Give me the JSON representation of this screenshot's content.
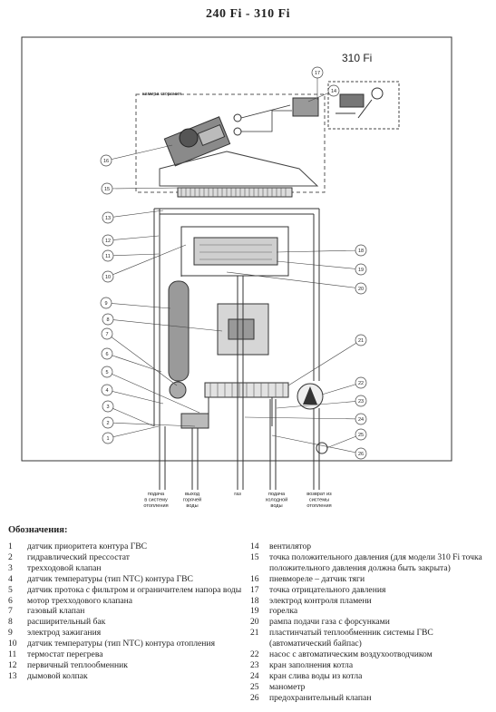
{
  "header": {
    "title": "240 Fi - 310 Fi"
  },
  "diagram": {
    "model_label": "310 Fi",
    "chamber_label": "камера сгорания",
    "outlets": [
      {
        "lines": [
          "подача",
          "в систему",
          "отопления"
        ]
      },
      {
        "lines": [
          "выход",
          "горячей",
          "воды"
        ]
      },
      {
        "lines": [
          "газ"
        ]
      },
      {
        "lines": [
          "подача",
          "холодной",
          "воды"
        ]
      },
      {
        "lines": [
          "возврат из",
          "системы",
          "отопления"
        ]
      }
    ],
    "callouts_left": [
      "16",
      "15",
      "13",
      "12",
      "11",
      "10",
      "9",
      "8",
      "7",
      "6",
      "5",
      "4",
      "3",
      "2",
      "1"
    ],
    "callouts_right": [
      "18",
      "19",
      "20",
      "21",
      "22",
      "23",
      "24",
      "25",
      "26"
    ],
    "callouts_top": [
      "17",
      "14"
    ]
  },
  "legend": {
    "heading": "Обозначения:",
    "left": [
      {
        "num": "1",
        "text": "датчик приоритета контура ГВС"
      },
      {
        "num": "2",
        "text": "гидравлический прессостат"
      },
      {
        "num": "3",
        "text": "трехходовой клапан"
      },
      {
        "num": "4",
        "text": "датчик температуры (тип NTC) контура ГВС"
      },
      {
        "num": "5",
        "text": "датчик протока с фильтром и ограничителем напора воды"
      },
      {
        "num": "6",
        "text": "мотор трехходового клапана"
      },
      {
        "num": "7",
        "text": "газовый клапан"
      },
      {
        "num": "8",
        "text": "расширительный бак"
      },
      {
        "num": "9",
        "text": "электрод зажигания"
      },
      {
        "num": "10",
        "text": "датчик температуры (тип NTC) контура отопления"
      },
      {
        "num": "11",
        "text": "термостат перегрева"
      },
      {
        "num": "12",
        "text": "первичный теплообменник"
      },
      {
        "num": "13",
        "text": "дымовой колпак"
      }
    ],
    "right": [
      {
        "num": "14",
        "text": "вентилятор"
      },
      {
        "num": "15",
        "text": "точка положительного давления (для модели 310 Fi точка положительного давления должна быть закрыта)"
      },
      {
        "num": "16",
        "text": "пневмореле – датчик тяги"
      },
      {
        "num": "17",
        "text": "точка отрицательного давления"
      },
      {
        "num": "18",
        "text": "электрод контроля пламени"
      },
      {
        "num": "19",
        "text": "горелка"
      },
      {
        "num": "20",
        "text": "рампа подачи газа с форсунками"
      },
      {
        "num": "21",
        "text": "пластинчатый теплообменник системы ГВС (автоматический байпас)"
      },
      {
        "num": "22",
        "text": "насос с автоматическим воздухоотводчиком"
      },
      {
        "num": "23",
        "text": "кран заполнения котла"
      },
      {
        "num": "24",
        "text": "кран слива воды из котла"
      },
      {
        "num": "25",
        "text": "манометр"
      },
      {
        "num": "26",
        "text": "предохранительный клапан"
      }
    ]
  }
}
